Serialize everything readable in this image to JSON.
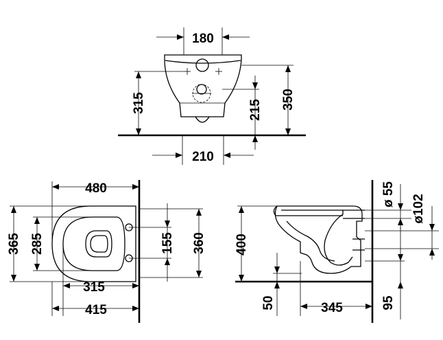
{
  "front_view": {
    "width_top": "180",
    "height_left": "315",
    "height_inner": "215",
    "height_right": "350",
    "width_bottom": "210"
  },
  "top_view": {
    "width_top": "480",
    "height_outer": "365",
    "height_inner": "285",
    "depth_right_inner": "155",
    "depth_right_outer": "360",
    "length_inner": "315",
    "length_outer": "415"
  },
  "side_view": {
    "height": "400",
    "floor_offset": "50",
    "length": "345",
    "bottom_offset": "95",
    "pipe_dia_small": "ø 55",
    "pipe_dia_large": "ø102"
  }
}
